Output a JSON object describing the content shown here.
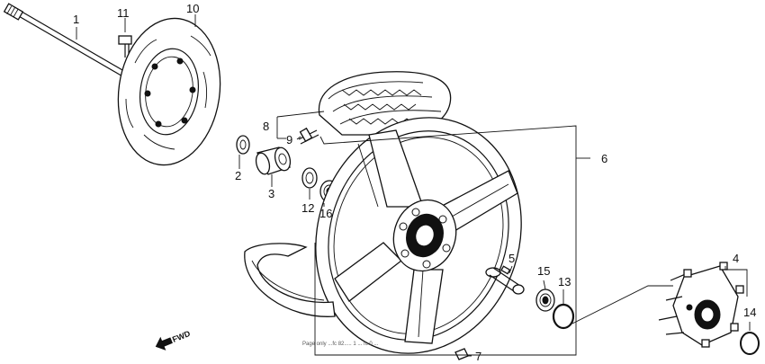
{
  "callouts": {
    "c1": "1",
    "c2": "2",
    "c3": "3",
    "c4": "4",
    "c5": "5",
    "c6": "6",
    "c7": "7",
    "c8": "8",
    "c9": "9",
    "c10": "10",
    "c11": "11",
    "c12": "12",
    "c13": "13",
    "c14": "14",
    "c15": "15",
    "c16": "16"
  },
  "direction_label": "FWD",
  "footer_text": "Page only ...fc 82..... 1 ... fc 0 ...",
  "colors": {
    "ink": "#111111",
    "paper": "#ffffff"
  },
  "icons": [
    "fwd-arrow-icon"
  ]
}
